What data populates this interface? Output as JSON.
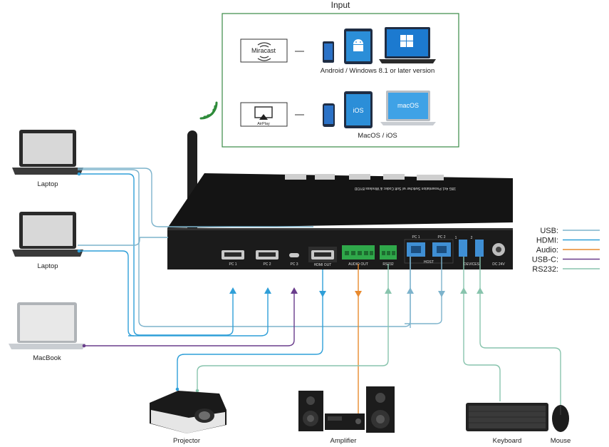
{
  "input_box": {
    "title": "Input",
    "miracast_label": "Miracast",
    "airplay_label": "AirPlay",
    "android_caption": "Android / Windows 8.1 or later version",
    "apple_caption": "MacOS / iOS",
    "ios_text": "iOS",
    "macos_text": "macOS"
  },
  "sources": {
    "laptop1": "Laptop",
    "laptop2": "Laptop",
    "macbook": "MacBook"
  },
  "device": {
    "title_text": "18G 4x1 Presentation Switcher w/ Soft Codec & Wireless BYOD",
    "ports": {
      "pc1": "PC 1",
      "pc2": "PC 2",
      "pc3": "PC 3",
      "hdmi_out": "HDMI OUT",
      "audio_out": "AUDIO OUT",
      "rs232": "RS232",
      "host_pc1": "PC 1",
      "host_pc2": "PC 2",
      "host": "HOST",
      "devices": "DEVICES",
      "dc": "DC 24V",
      "dev1": "1",
      "dev2": "2"
    }
  },
  "outputs": {
    "projector": "Projector",
    "amplifier": "Amplifier",
    "keyboard": "Keyboard",
    "mouse": "Mouse"
  },
  "legend": [
    {
      "label": "USB:",
      "color": "#7db3cc"
    },
    {
      "label": "HDMI:",
      "color": "#2f9fd8"
    },
    {
      "label": "Audio:",
      "color": "#e88a2e"
    },
    {
      "label": "USB-C:",
      "color": "#6a3d8c"
    },
    {
      "label": "RS232:",
      "color": "#88c4ad"
    }
  ],
  "colors": {
    "usb": "#7db3cc",
    "hdmi": "#2f9fd8",
    "audio": "#e88a2e",
    "usbc": "#6a3d8c",
    "rs232": "#88c4ad",
    "box_border": "#3a8a45",
    "wifi": "#2e8b3a"
  }
}
